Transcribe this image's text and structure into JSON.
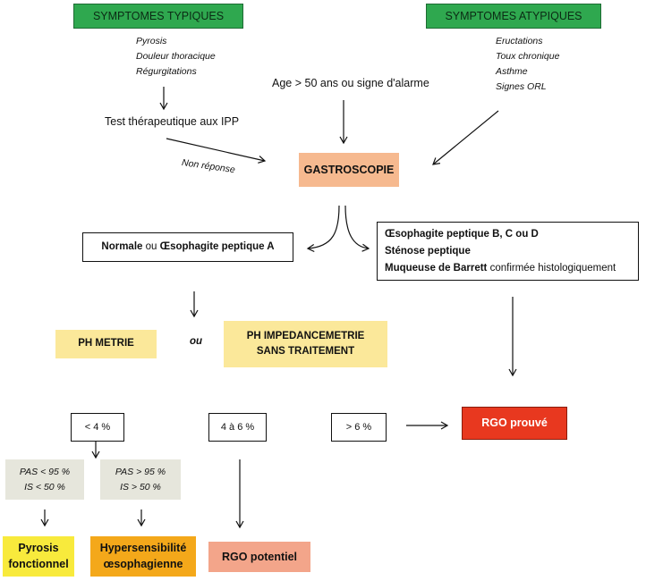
{
  "top": {
    "typical_title": "SYMPTOMES TYPIQUES",
    "typical_items": [
      "Pyrosis",
      "Douleur thoracique",
      "Régurgitations"
    ],
    "atypical_title": "SYMPTOMES ATYPIQUES",
    "atypical_items": [
      "Eructations",
      "Toux chronique",
      "Asthme",
      "Signes ORL"
    ],
    "age_alarm": "Age > 50 ans ou signe d'alarme"
  },
  "middle": {
    "ipp_test": "Test thérapeutique aux IPP",
    "non_response": "Non réponse",
    "gastroscopy": "GASTROSCOPIE",
    "normal_bold_1": "Normale",
    "normal_plain": " ou ",
    "normal_bold_2": "Œsophagite peptique A",
    "right_line1": "Œsophagite peptique B, C ou D",
    "right_line2": "Sténose peptique",
    "right_line3_bold": "Muqueuse de Barrett",
    "right_line3_plain": " confirmée histologiquement"
  },
  "tests": {
    "ph_metrie": "PH METRIE",
    "ou": "ou",
    "impedance_line1": "PH IMPEDANCEMETRIE",
    "impedance_line2": "SANS TRAITEMENT"
  },
  "results": {
    "lt4": "< 4 %",
    "b4_6": "4 à 6 %",
    "gt6": "> 6 %",
    "rgo_prouve": "RGO prouvé"
  },
  "sub": {
    "left_line1": "PAS < 95 %",
    "left_line2": "IS < 50 %",
    "right_line1": "PAS > 95 %",
    "right_line2": "IS > 50 %"
  },
  "outcomes": {
    "pyrosis_line1": "Pyrosis",
    "pyrosis_line2": "fonctionnel",
    "hyper_line1": "Hypersensibilité",
    "hyper_line2": "œsophagienne",
    "rgo_potentiel": "RGO potentiel"
  },
  "colors": {
    "green": "#2fa84f",
    "peach": "#f6b98f",
    "yellow": "#fbe89a",
    "grey": "#e6e6dc",
    "red": "#e8381f",
    "bright_yellow": "#f8ea3c",
    "orange": "#f4a81a",
    "salmon": "#f3a58a"
  }
}
